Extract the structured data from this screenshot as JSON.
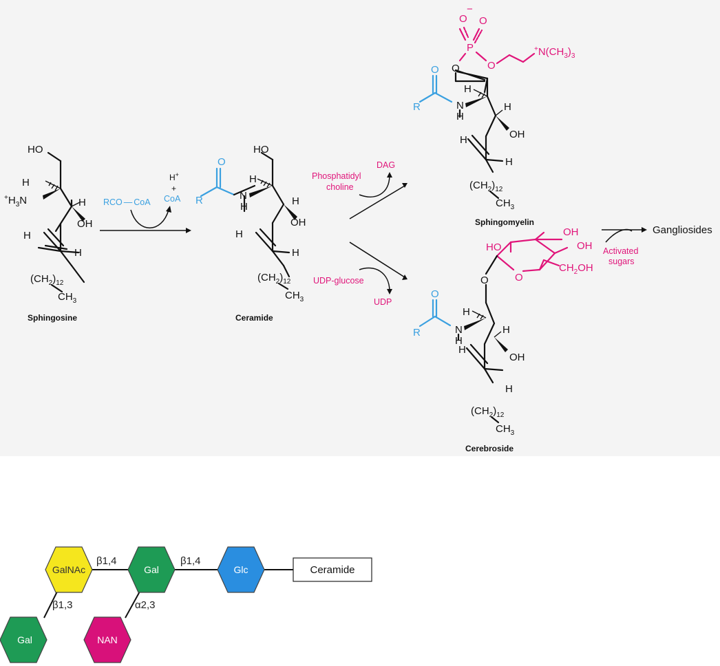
{
  "colors": {
    "acyl": "#3aa0e0",
    "headgroup": "#e0157a",
    "galnac": "#f5e61e",
    "gal": "#1e9b55",
    "glc": "#2a8ee0",
    "nan": "#d8117a"
  },
  "sphingosine": {
    "ho": "HO",
    "h_alpha": "H",
    "amine": "H",
    "amine_3": "3",
    "amine_n": "N",
    "h_beta": "H",
    "oh": "OH",
    "h_vinyl1": "H",
    "h_vinyl2": "H",
    "chain": "(CH",
    "chain_2": "2",
    "chain_close": ")",
    "chain_12": "12",
    "ch3": "CH",
    "ch3_3": "3",
    "name": "Sphingosine"
  },
  "step1": {
    "reactant": "RCO",
    "dash": "—",
    "coa_in": "CoA",
    "h_plus": "H",
    "plus_sign": "+",
    "plus": "+",
    "coa_out": "CoA"
  },
  "ceramide": {
    "ho": "HO",
    "o": "O",
    "r": "R",
    "n": "N",
    "nh": "H",
    "h_alpha": "H",
    "h_beta": "H",
    "oh": "OH",
    "h_vinyl1": "H",
    "h_vinyl2": "H",
    "chain": "(CH",
    "chain_2": "2",
    "chain_close": ")",
    "chain_12": "12",
    "ch3": "CH",
    "ch3_3": "3",
    "name": "Ceramide"
  },
  "upper_branch": {
    "donor_line1": "Phosphatidyl",
    "donor_line2": "choline",
    "product": "DAG"
  },
  "lower_branch": {
    "donor": "UDP-glucose",
    "product": "UDP"
  },
  "sphingomyelin": {
    "o_top": "O",
    "minus": "−",
    "o_right": "O",
    "p": "P",
    "o_bridge": "O",
    "o_link": "O",
    "nme3_plus": "+",
    "nme3": "N(CH",
    "nme3_3": "3",
    "nme3_close": ")",
    "nme3_sub": "3",
    "o": "O",
    "r": "R",
    "n": "N",
    "nh": "H",
    "h_alpha": "H",
    "h_beta": "H",
    "oh": "OH",
    "h_vinyl1": "H",
    "h_vinyl2": "H",
    "chain": "(CH",
    "chain_2": "2",
    "chain_close": ")",
    "chain_12": "12",
    "ch3": "CH",
    "ch3_3": "3",
    "name": "Sphingomyelin"
  },
  "to_gangliosides": {
    "label": "Gangliosides",
    "reagent_line1": "Activated",
    "reagent_line2": "sugars"
  },
  "cerebroside": {
    "ho1": "HO",
    "oh1": "OH",
    "oh2": "OH",
    "ch2oh": "CH",
    "ch2oh_2": "2",
    "ch2oh_oh": "OH",
    "ring_o": "O",
    "o_link": "O",
    "o": "O",
    "r": "R",
    "n": "N",
    "nh": "H",
    "h_alpha": "H",
    "h_beta": "H",
    "oh": "OH",
    "h_vinyl1": "H",
    "h_vinyl2": "H",
    "chain": "(CH",
    "chain_2": "2",
    "chain_close": ")",
    "chain_12": "12",
    "ch3": "CH",
    "ch3_3": "3",
    "name": "Cerebroside"
  },
  "ganglioside": {
    "galnac": "GalNAc",
    "gal_main": "Gal",
    "glc": "Glc",
    "ceramide": "Ceramide",
    "gal_branch": "Gal",
    "nan": "NAN",
    "link_galnac_gal": "β1,4",
    "link_gal_glc": "β1,4",
    "link_gal_galnac": "β1,3",
    "link_nan_gal": "α2,3"
  }
}
